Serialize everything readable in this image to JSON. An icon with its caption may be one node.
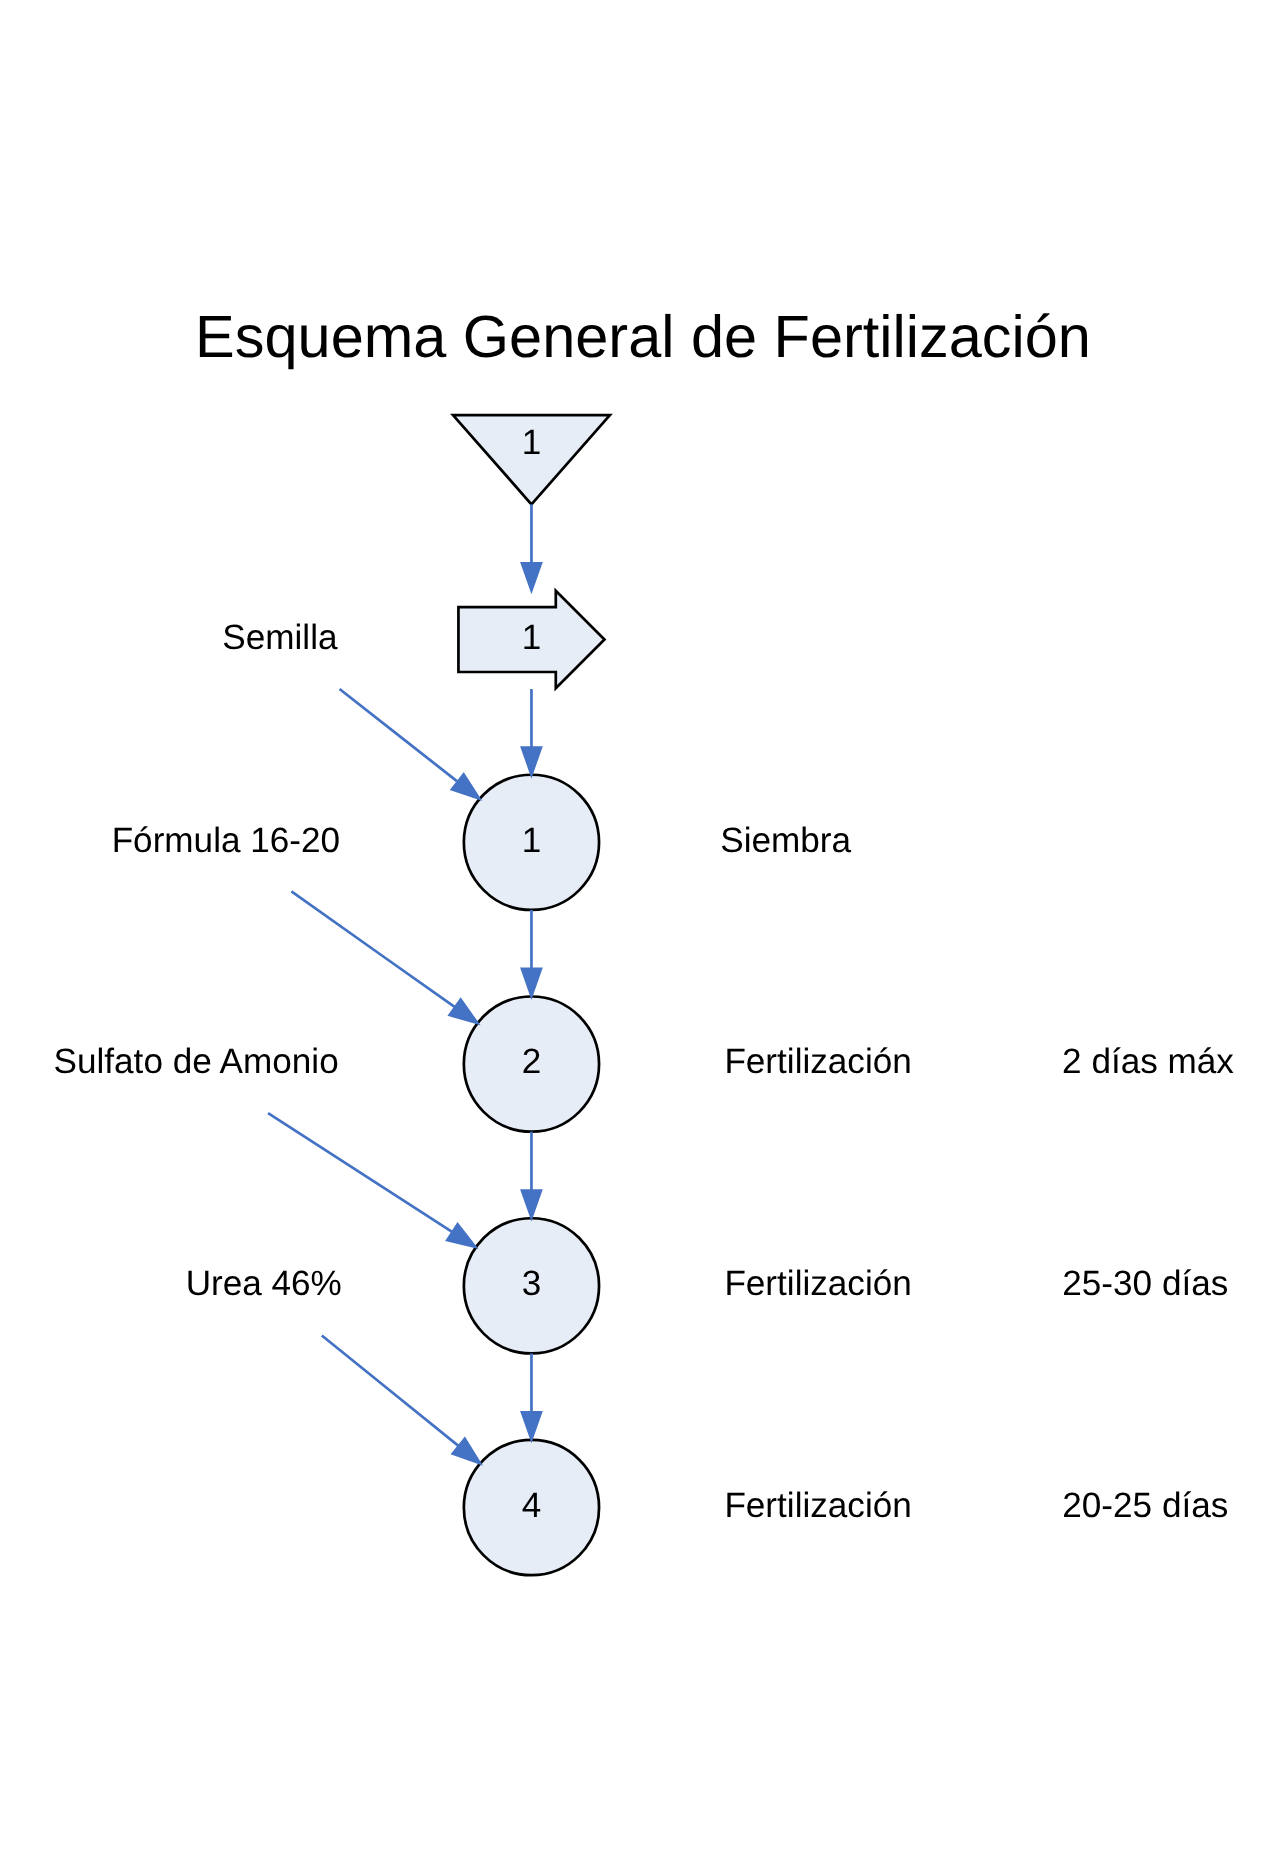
{
  "diagram": {
    "title": "Esquema General de Fertilización",
    "nodes": [
      {
        "text": [
          "1"
        ]
      },
      {
        "text": [
          "1"
        ]
      },
      {
        "text": [
          "Semilla"
        ]
      },
      {
        "text": [
          "1"
        ],
        "beside": [
          "Siembra"
        ]
      },
      {
        "text": [
          "Fórmula 16-20"
        ]
      },
      {
        "text": [
          "2"
        ],
        "beside": [
          "Fertilización"
        ]
      },
      {
        "text": [
          "Sulfato de Amonio"
        ]
      },
      {
        "text": [
          "3"
        ],
        "beside": [
          "Fertilización"
        ]
      },
      {
        "text": [
          "Urea 46%"
        ]
      },
      {
        "text": [
          "4"
        ],
        "beside": [
          "Fertilización"
        ]
      }
    ],
    "edges": [
      {
        "from": 0,
        "to": 1,
        "arrow": "to"
      },
      {
        "from": 1,
        "to": 3,
        "arrow": "to"
      },
      {
        "from": 2,
        "to": 3,
        "arrow": "to"
      },
      {
        "from": 3,
        "to": 5,
        "arrow": "to"
      },
      {
        "from": 4,
        "to": 5,
        "arrow": "to"
      },
      {
        "from": 5,
        "to": 7,
        "arrow": "to"
      },
      {
        "from": 6,
        "to": 7,
        "arrow": "to"
      },
      {
        "from": 7,
        "to": 9,
        "arrow": "to"
      },
      {
        "from": 8,
        "to": 9,
        "arrow": "to"
      }
    ],
    "labels": [
      "2 días máx",
      "25-30 días",
      "20-25 días"
    ]
  }
}
